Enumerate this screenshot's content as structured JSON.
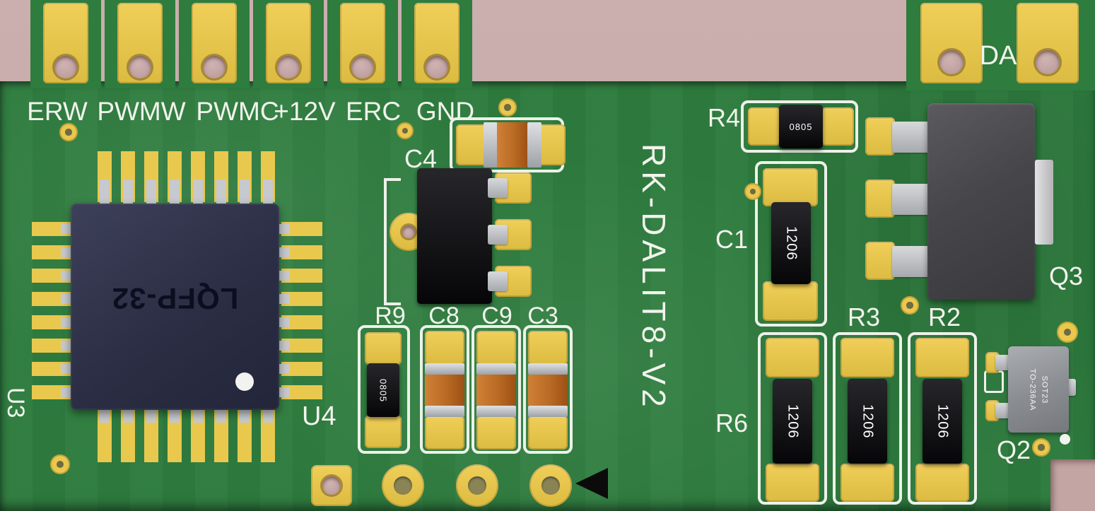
{
  "board": {
    "title": "RK-DALIT8-V2",
    "colors": {
      "background": "#c8abaa",
      "pcb": "#2e7c3e",
      "pad": "#e9c84e",
      "silkscreen": "#f1f4ec"
    }
  },
  "connector": {
    "pins": [
      {
        "label": "ERW"
      },
      {
        "label": "PWMW"
      },
      {
        "label": "PWMC"
      },
      {
        "label": "+12V"
      },
      {
        "label": "ERC"
      },
      {
        "label": "GND"
      }
    ]
  },
  "da_pad": {
    "label": "DA"
  },
  "ics": {
    "u3": {
      "ref": "U3",
      "package_marking": "LQFP-32"
    },
    "u4": {
      "ref": "U4"
    }
  },
  "components": {
    "c4": {
      "ref": "C4"
    },
    "r9": {
      "ref": "R9",
      "marking": "0805"
    },
    "c8": {
      "ref": "C8"
    },
    "c9": {
      "ref": "C9"
    },
    "c3": {
      "ref": "C3"
    },
    "r4": {
      "ref": "R4",
      "marking": "0805"
    },
    "c1": {
      "ref": "C1",
      "marking": "1206"
    },
    "q3": {
      "ref": "Q3"
    },
    "r3": {
      "ref": "R3",
      "marking": "1206"
    },
    "r2": {
      "ref": "R2",
      "marking": "1206"
    },
    "r6": {
      "ref": "R6",
      "marking": "1206"
    },
    "q2": {
      "ref": "Q2",
      "marking_line1": "SOT23",
      "marking_line2": "TO-236AA"
    }
  }
}
